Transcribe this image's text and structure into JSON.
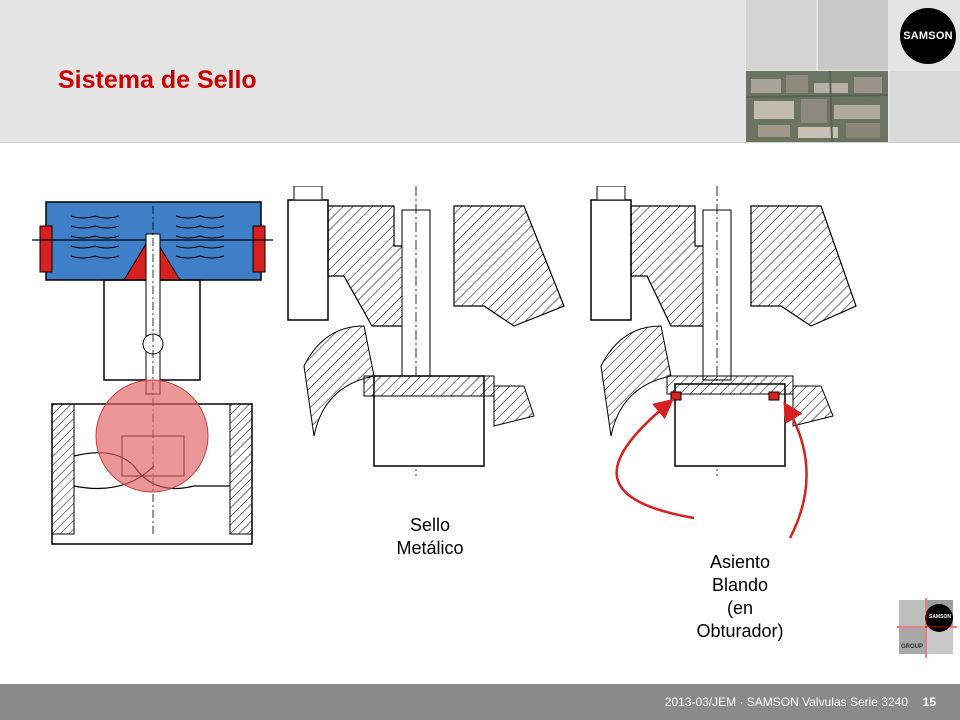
{
  "slide": {
    "title": "Sistema de Sello",
    "logo_text": "SAMSON",
    "group_logo": {
      "top": "SAMSON",
      "bottom": "GROUP"
    },
    "caption_metal": {
      "line1": "Sello",
      "line2": "Metálico"
    },
    "caption_soft": {
      "line1": "Asiento",
      "line2": "Blando",
      "line3": "(en",
      "line4": "Obturador)"
    },
    "footer_text": "2013-03/JEM · SAMSON Valvulas Serie 3240",
    "page_number": "15"
  },
  "colors": {
    "title": "#cc0000",
    "diaphragm_blue": "#3f7fc8",
    "seal_red": "#d82020",
    "highlight": "#e88888",
    "footer": "#8a8a8a"
  }
}
